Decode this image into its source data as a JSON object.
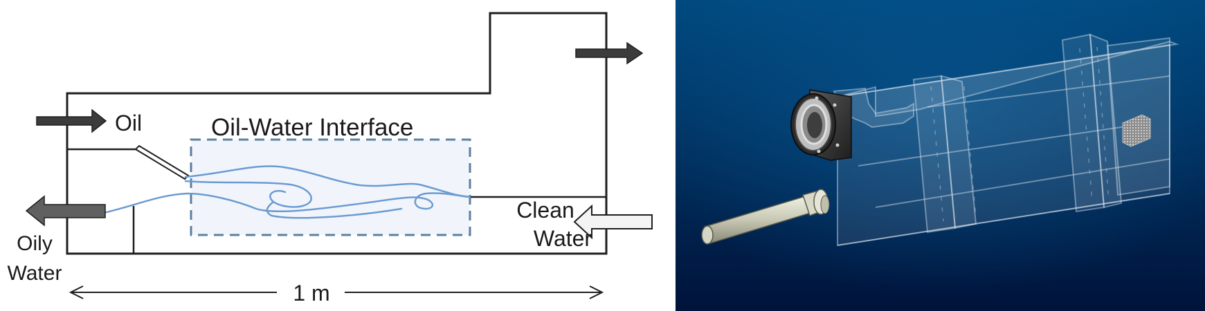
{
  "left_panel": {
    "interface_label": "Oil-Water Interface",
    "oil_label": "Oil",
    "oily_water_label": [
      "Oily",
      "Water"
    ],
    "clean_water_label": [
      "Clean",
      "Water"
    ],
    "dimension_label": "1 m"
  },
  "colors": {
    "outline": "#1e1e1e",
    "arrow_dark": "#3c3c3c",
    "arrow_light": "#f4f4f4",
    "interface_line": "#6b9bd2",
    "dashed_box": "#5b7fa3",
    "dashed_fill": "#f1f5fb",
    "render_bg_top": "#004a80",
    "render_bg_bottom": "#00133a"
  }
}
